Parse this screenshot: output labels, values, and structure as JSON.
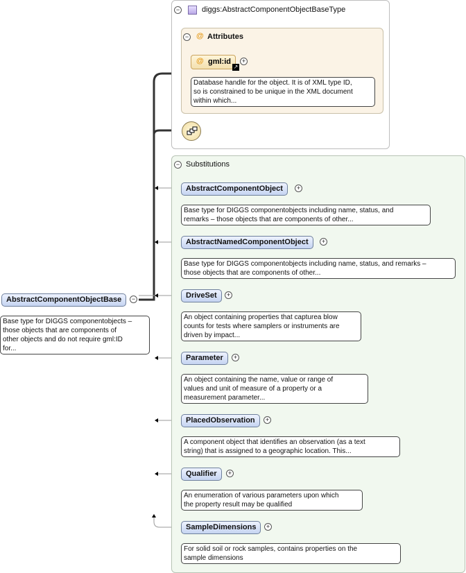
{
  "root": {
    "name": "AbstractComponentObjectBase",
    "doc": "Base type for DIGGS componentobjects –\nthose objects that are components of\nother objects and do not require gml:ID\nfor..."
  },
  "type_panel": {
    "title": "diggs:AbstractComponentObjectBaseType",
    "attributes_label": "Attributes",
    "attribute": {
      "name": "gml:id",
      "doc": "Database handle for the object. It is of XML type ID,\nso is constrained to be unique in the XML document\nwithin which..."
    }
  },
  "substitutions": {
    "label": "Substitutions",
    "items": [
      {
        "name": "AbstractComponentObject",
        "doc": "Base type for DIGGS componentobjects including name, status, and\nremarks – those objects that are components of other..."
      },
      {
        "name": "AbstractNamedComponentObject",
        "doc": "Base type for DIGGS componentobjects including name, status, and remarks –\nthose objects that are components of other..."
      },
      {
        "name": "DriveSet",
        "doc": "An object containing properties that capturea blow\ncounts for tests where samplers or instruments are\ndriven by impact..."
      },
      {
        "name": "Parameter",
        "doc": "An object containing the name, value or range of\nvalues and unit of measure of a property or a\nmeasurement parameter..."
      },
      {
        "name": "PlacedObservation",
        "doc": "A component object that identifies an observation (as a text\nstring) that is assigned to a geographic location. This..."
      },
      {
        "name": "Qualifier",
        "doc": "An enumeration of various parameters upon which\nthe property result may be qualified"
      },
      {
        "name": "SampleDimensions",
        "doc": "For solid soil or rock samples, contains properties on the\nsample dimensions"
      }
    ]
  },
  "icons": {
    "collapse": "collapse-minus-icon",
    "expand": "expand-plus-icon",
    "type": "complex-type-icon",
    "attribute": "attribute-at-icon",
    "sequence": "sequence-compositor-icon",
    "link": "link-arrow-icon"
  },
  "colors": {
    "element_fill": "#c5d4f1",
    "attributes_fill": "#fbf3e6",
    "substitutions_fill": "#f1f8ef"
  }
}
